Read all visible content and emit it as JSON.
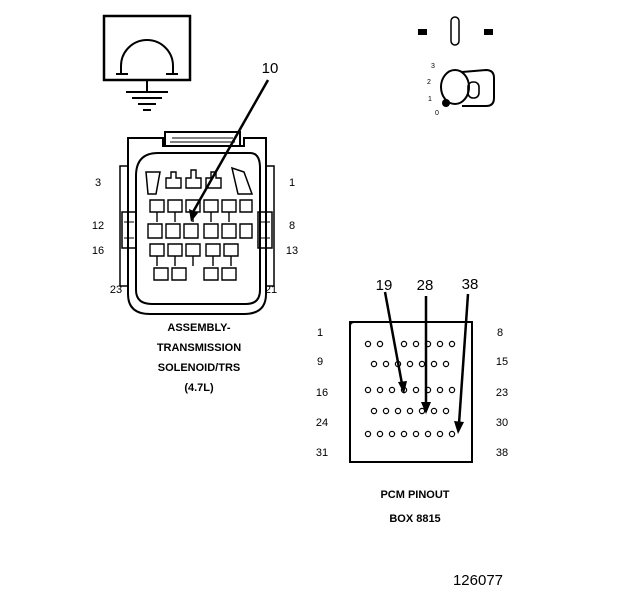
{
  "connector": {
    "callout": "10",
    "pins": [
      "3",
      "1",
      "12",
      "8",
      "16",
      "13",
      "23",
      "21"
    ],
    "caption": [
      "ASSEMBLY-",
      "TRANSMISSION",
      "SOLENOID/TRS",
      "(4.7L)"
    ]
  },
  "ignition": {
    "positions": [
      "3",
      "2",
      "1",
      "0"
    ]
  },
  "pcm": {
    "callouts": [
      "19",
      "28",
      "38"
    ],
    "left_pins": [
      "1",
      "9",
      "16",
      "24",
      "31"
    ],
    "right_pins": [
      "8",
      "15",
      "23",
      "30",
      "38"
    ],
    "caption": [
      "PCM PINOUT",
      "BOX 8815"
    ]
  },
  "figure_number": "126077"
}
